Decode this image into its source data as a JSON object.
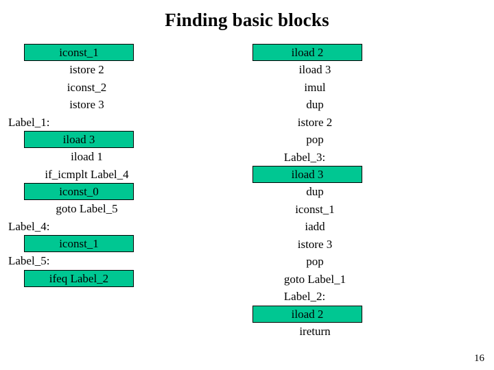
{
  "slide": {
    "title": "Finding basic blocks",
    "page_number": "16",
    "highlight_color": "#00c792",
    "background_color": "#ffffff",
    "text_color": "#000000"
  },
  "columns": [
    {
      "name": "left-column",
      "lines": [
        {
          "text": "iconst_1",
          "kind": "instruction",
          "highlighted": true
        },
        {
          "text": "istore 2",
          "kind": "instruction",
          "highlighted": false
        },
        {
          "text": "iconst_2",
          "kind": "instruction",
          "highlighted": false
        },
        {
          "text": "istore 3",
          "kind": "instruction",
          "highlighted": false
        },
        {
          "text": "Label_1:",
          "kind": "label",
          "highlighted": false
        },
        {
          "text": "iload 3",
          "kind": "instruction",
          "highlighted": true
        },
        {
          "text": "iload 1",
          "kind": "instruction",
          "highlighted": false
        },
        {
          "text": "if_icmplt Label_4",
          "kind": "instruction",
          "highlighted": false
        },
        {
          "text": "iconst_0",
          "kind": "instruction",
          "highlighted": true
        },
        {
          "text": "goto Label_5",
          "kind": "instruction",
          "highlighted": false
        },
        {
          "text": "Label_4:",
          "kind": "label",
          "highlighted": false
        },
        {
          "text": "iconst_1",
          "kind": "instruction",
          "highlighted": true
        },
        {
          "text": "Label_5:",
          "kind": "label",
          "highlighted": false
        },
        {
          "text": "ifeq Label_2",
          "kind": "instruction",
          "highlighted": true
        }
      ]
    },
    {
      "name": "right-column",
      "lines": [
        {
          "text": "iload 2",
          "kind": "instruction",
          "highlighted": true
        },
        {
          "text": "iload 3",
          "kind": "instruction",
          "highlighted": false
        },
        {
          "text": "imul",
          "kind": "instruction",
          "highlighted": false
        },
        {
          "text": "dup",
          "kind": "instruction",
          "highlighted": false
        },
        {
          "text": "istore 2",
          "kind": "instruction",
          "highlighted": false
        },
        {
          "text": "pop",
          "kind": "instruction",
          "highlighted": false
        },
        {
          "text": "Label_3:",
          "kind": "label",
          "highlighted": false
        },
        {
          "text": "iload 3",
          "kind": "instruction",
          "highlighted": true
        },
        {
          "text": "dup",
          "kind": "instruction",
          "highlighted": false
        },
        {
          "text": "iconst_1",
          "kind": "instruction",
          "highlighted": false
        },
        {
          "text": "iadd",
          "kind": "instruction",
          "highlighted": false
        },
        {
          "text": "istore 3",
          "kind": "instruction",
          "highlighted": false
        },
        {
          "text": "pop",
          "kind": "instruction",
          "highlighted": false
        },
        {
          "text": "goto Label_1",
          "kind": "instruction",
          "highlighted": false
        },
        {
          "text": "Label_2:",
          "kind": "label",
          "highlighted": false
        },
        {
          "text": "iload 2",
          "kind": "instruction",
          "highlighted": true
        },
        {
          "text": "ireturn",
          "kind": "instruction",
          "highlighted": false
        }
      ]
    }
  ]
}
